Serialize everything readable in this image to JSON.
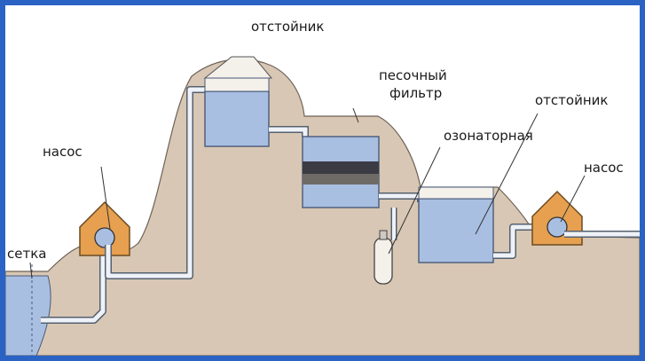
{
  "diagram": {
    "labels": {
      "settler_top": "отстойник",
      "sand_filter_line1": "песочный",
      "sand_filter_line2": "фильтр",
      "ozonation": "озонаторная",
      "settler_right": "отстойник",
      "pump_right": "насос",
      "pump_left": "насос",
      "mesh": "сетка"
    },
    "colors": {
      "frame": "#2a63c4",
      "ground": "#d8c7b4",
      "ground_edge": "#6e6258",
      "water": "#a9bfe2",
      "water_edge": "#4a5a78",
      "pump_house": "#e6a050",
      "filter_sand": "#3b3b44",
      "pipe": "#eef2f8"
    }
  }
}
